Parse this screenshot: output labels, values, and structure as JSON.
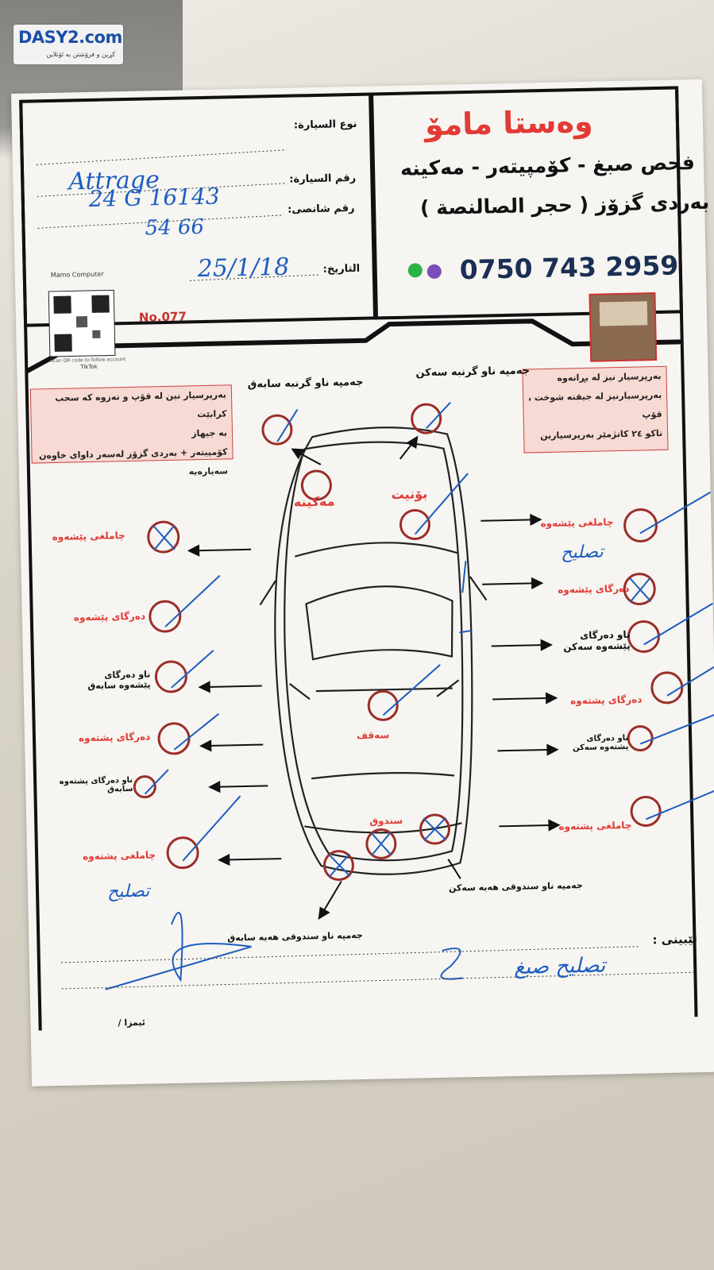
{
  "watermark": {
    "brand": "DASY2.com",
    "tagline": "کڕین و فرۆشتن بە ئۆنلاین"
  },
  "header": {
    "shop_name": "وەستا مامۆ",
    "services": "فحص صبغ - کۆمپیتەر - مەکینە",
    "address": "بەردی گزۆز ( حجر الصالنصة )",
    "phone": "0750 743 2959",
    "qr_label": "Mamo Computer",
    "qr_caption": "Scan QR code to follow account",
    "tiktok": "TikTok",
    "number": "No.077"
  },
  "form": {
    "car_type_label": "نوع السيارة:",
    "car_type_value": "Attrage",
    "plate_label": "رقم السيارة:",
    "plate_value": "24 G 16143",
    "chassis_label": "رقم شانصى:",
    "chassis_value": "54 66",
    "date_label": "التاريخ:",
    "date_value": "25/1/18"
  },
  "notices": {
    "left": [
      "بەرپرسیار نین لە قۆپ و تەزوە کە سحب کرابێت",
      "بە جیهاز",
      "کۆمپیتەر + بەردی گزۆز لەسەر داوای خاوەن سەیارەیە"
    ],
    "right": [
      "بەرپرسیار نیز لە بڕانەوە",
      "بەرپرسیارنیز لە جیقنە شوخت ، قۆپ",
      "تاکو ٢٤ کاتژمێر بەرپرسیارین"
    ]
  },
  "diagram": {
    "roof_front_left": "جەمپە ناو گرنبە سابەق",
    "roof_front_right": "جەمپە ناو گرنبە سەکن",
    "engine": "مەکینە",
    "bonnet": "بۆنیت",
    "left_front_fender": "چاملغی پێشەوە",
    "left_front_door": "دەرگای پێشەوە",
    "left_inner_front_door": "ناو دەرگای پێشەوە سابەق",
    "left_rear_door": "دەرگای پشتەوە",
    "left_inner_rear_door": "ناو دەرگای پشتەوە سابەق",
    "left_rear_fender": "چاملغی پشتەوە",
    "right_front_fender": "چاملغی پێشەوە",
    "right_front_door": "دەرگای پێشەوە",
    "right_inner_front_door": "ناو دەرگای پێشەوە سەکن",
    "right_rear_door": "دەرگای پشتەوە",
    "right_inner_rear_door": "ناو دەرگای پشتەوە سەکن",
    "right_rear_fender": "چاملغی پشتەوە",
    "roof": "سەقف",
    "trunk": "سندوق",
    "trunk_inner_right": "جەمپە ناو سندوقی هەیە سەکن",
    "trunk_inner_left": "جەمپە ناو سندوقی هەیە سابەق",
    "note_front_fender_right": "تصليح",
    "note_rear_fender_left": "تصليح"
  },
  "footer": {
    "notes_label": "تێبینی :",
    "notes_value": "تصليح صبغ",
    "signature_label": "ئیمزا /"
  },
  "colors": {
    "red": "#e23a35",
    "pen": "#1e5dbf",
    "pink": "#f7dad3"
  }
}
